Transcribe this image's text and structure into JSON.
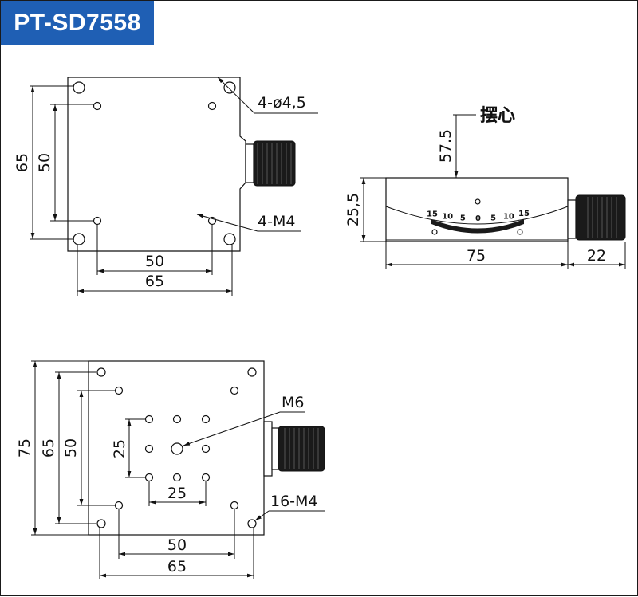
{
  "header": {
    "title": "PT-SD7558"
  },
  "top_view": {
    "dim_outer_v": "65",
    "dim_inner_v": "50",
    "dim_inner_h": "50",
    "dim_outer_h": "65",
    "holes_callout": "4-ø4,5",
    "thread_callout": "4-M4"
  },
  "side_view": {
    "center_label": "摆心",
    "radius_dim": "57.5",
    "height_dim": "25,5",
    "length_dim": "75",
    "knob_dim": "22",
    "scale_labels": [
      "15",
      "10",
      "5",
      "0",
      "5",
      "10",
      "15"
    ]
  },
  "bottom_view": {
    "dim_outer_v": "75",
    "dim_mid_v": "65",
    "dim_inner_v": "50",
    "dim_pattern_v": "25",
    "dim_pattern_h": "25",
    "dim_inner_h": "50",
    "dim_outer_h": "65",
    "center_callout": "M6",
    "thread_callout": "16-M4"
  },
  "colors": {
    "title_bg": "#1f5fb4",
    "title_fg": "#ffffff",
    "line": "#111111"
  }
}
